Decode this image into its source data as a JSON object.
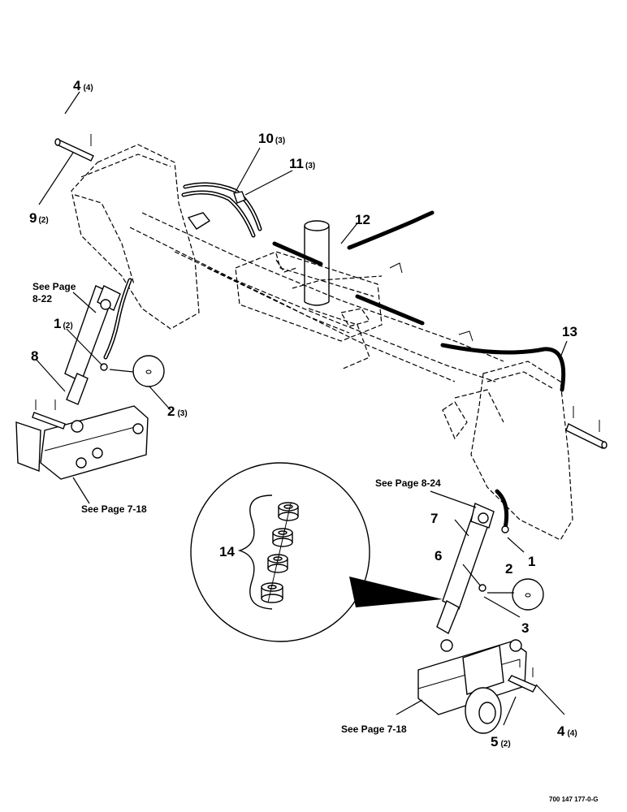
{
  "callouts": [
    {
      "id": "c4a",
      "num": "4",
      "qty": "(4)"
    },
    {
      "id": "c9",
      "num": "9",
      "qty": "(2)"
    },
    {
      "id": "c10",
      "num": "10",
      "qty": "(3)"
    },
    {
      "id": "c11",
      "num": "11",
      "qty": "(3)"
    },
    {
      "id": "c12",
      "num": "12",
      "qty": ""
    },
    {
      "id": "c13",
      "num": "13",
      "qty": ""
    },
    {
      "id": "c1a",
      "num": "1",
      "qty": "(2)"
    },
    {
      "id": "c8",
      "num": "8",
      "qty": ""
    },
    {
      "id": "c2a",
      "num": "2",
      "qty": "(3)"
    },
    {
      "id": "c14",
      "num": "14",
      "qty": ""
    },
    {
      "id": "c7",
      "num": "7",
      "qty": ""
    },
    {
      "id": "c2b",
      "num": "2",
      "qty": ""
    },
    {
      "id": "c1b",
      "num": "1",
      "qty": ""
    },
    {
      "id": "c6",
      "num": "6",
      "qty": ""
    },
    {
      "id": "c3",
      "num": "3",
      "qty": ""
    },
    {
      "id": "c5",
      "num": "5",
      "qty": "(2)"
    },
    {
      "id": "c4b",
      "num": "4",
      "qty": "(4)"
    }
  ],
  "references": {
    "page_8_22_line1": "See Page",
    "page_8_22_line2": "8-22",
    "page_8_24": "See Page 8-24",
    "page_7_18_left": "See Page 7-18",
    "page_7_18_right": "See Page 7-18"
  },
  "drawing_number": "700 147 177-0-G"
}
